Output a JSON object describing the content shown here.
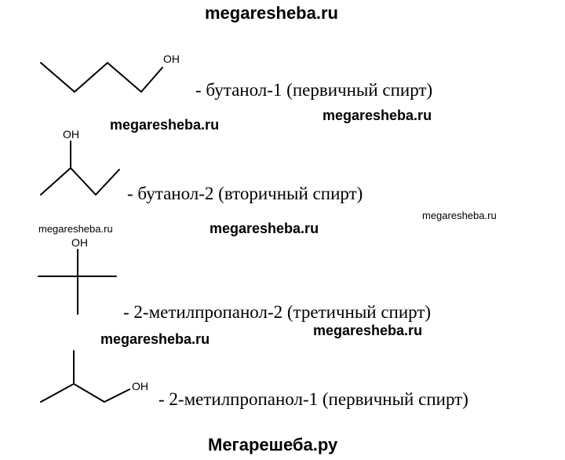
{
  "watermarks": {
    "top": "megaresheba.ru",
    "w1": "megaresheba.ru",
    "w2": "megaresheba.ru",
    "w3": "megaresheba.ru",
    "w4": "megaresheba.ru",
    "w5": "megaresheba.ru",
    "w6": "megaresheba.ru",
    "w7": "megaresheba.ru",
    "bottom": "Мегарешеба.ру"
  },
  "molecules": [
    {
      "oh": "OH",
      "label": "- бутанол-1 (первичный спирт)"
    },
    {
      "oh": "OH",
      "label": "- бутанол-2 (вторичный спирт)"
    },
    {
      "oh": "OH",
      "label": "- 2-метилпропанол-2 (третичный спирт)"
    },
    {
      "oh": "OH",
      "label": "- 2-метилпропанол-1 (первичный спирт)"
    }
  ]
}
